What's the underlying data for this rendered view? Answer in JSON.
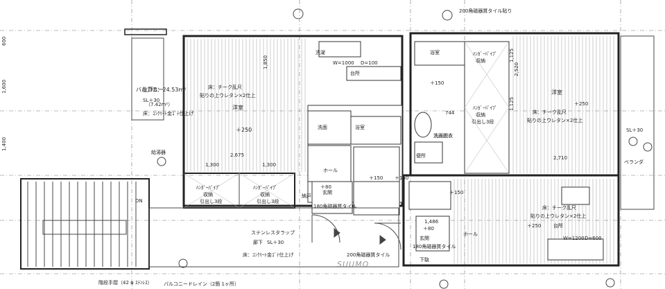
{
  "labels": {
    "top_tile": "200角磁器質タイル貼り",
    "unit_area": "住戸B：24.53m²",
    "balcony_area": "（7.42m²）",
    "balcony": "バルコニー",
    "balcony_right": "ベランダ",
    "balcony_floor": "床：ｺﾝｸﾘｰﾄ金ｺﾞﾃ仕上げ",
    "balcony_floor_bottom": "床：ｺﾝｸﾘｰﾄ金ｺﾞﾃ仕上げ",
    "room_floor_l": "床：チーク乱尺",
    "room_floor_l2": "貼りの上ウレタン×2仕上",
    "room_floor_r": "床：チーク乱尺",
    "room_floor_r2": "貼りの上ウレタン×2仕上",
    "room_floor_b": "床：チーク乱尺",
    "room_floor_b2": "貼りの上ウレタン×2仕上",
    "washitsu_l": "洋室",
    "washitsu_r": "洋室",
    "kitchen_l": "台所",
    "kitchen_b": "台所",
    "bath_l": "浴室",
    "bath_r": "浴室",
    "wash_l": "洗面",
    "wash_r": "洗面脱衣",
    "toilet_r": "便所",
    "toilet_l": "洗濯",
    "hall": "ホール",
    "hall_b": "ホール",
    "entrance_l": "玄関",
    "entrance_b": "玄関",
    "entrance_tile": "180角磁器質タイル",
    "entrance_tile_b": "180角磁器質タイル",
    "stair_tile": "200角磁器質タイル",
    "hanger_1": "ﾊﾝｶﾞｰﾊﾟｲﾌﾟ",
    "hanger_2": "ﾊﾝｶﾞｰﾊﾟｲﾌﾟ",
    "storage_1": "収納",
    "storage_2": "収納",
    "drawer_1": "引出し3段",
    "drawer_2": "引出し3段",
    "closet_r1": "ﾊﾝｶﾞｰﾊﾟｲﾌﾟ",
    "closet_r1b": "収納",
    "closet_r2": "ﾊﾝｶﾞｰﾊﾟｲﾌﾟ",
    "closet_r2b": "収納",
    "closet_r2c": "引出し3段",
    "heater": "給湯器",
    "stainless": "ステンレスタラップ",
    "handrail": "階段手摺（42 φ ｽﾃﾝﾚｽ）",
    "drain": "バルコニードレイン（2箇 1ヶ所）",
    "shoe": "下駄",
    "corridor": "廊下",
    "storage_b": "納戸",
    "sl_balcony": "SL＋30",
    "sl_room": "＋250",
    "sl_room_r": "＋250",
    "sl_room_b": "＋250",
    "sl_corr": "SL＋30",
    "sl_right": "SL＋30",
    "lv_150a": "＋150",
    "lv_150b": "＋150",
    "lv_150c": "＋150",
    "lv_150d": "＋150",
    "lv_80a": "＋80",
    "lv_80b": "＋80",
    "dn": "DN",
    "watermark": "SUUMO"
  },
  "dims": {
    "left_1": "600",
    "left_2": "1,600",
    "left_3": "1,400",
    "d_1850": "1,850",
    "d_2675": "2,675",
    "d_1300a": "1,300",
    "d_1300b": "1,300",
    "d_2520": "2,520",
    "d_2710": "2,710",
    "d_1125a": "1,125",
    "d_1125b": "1,125",
    "d_744": "744",
    "d_1486": "1,486",
    "d_1000": "W=1000",
    "d_100": "D=100",
    "d_1200": "W=1200",
    "d_600": "D=600"
  }
}
